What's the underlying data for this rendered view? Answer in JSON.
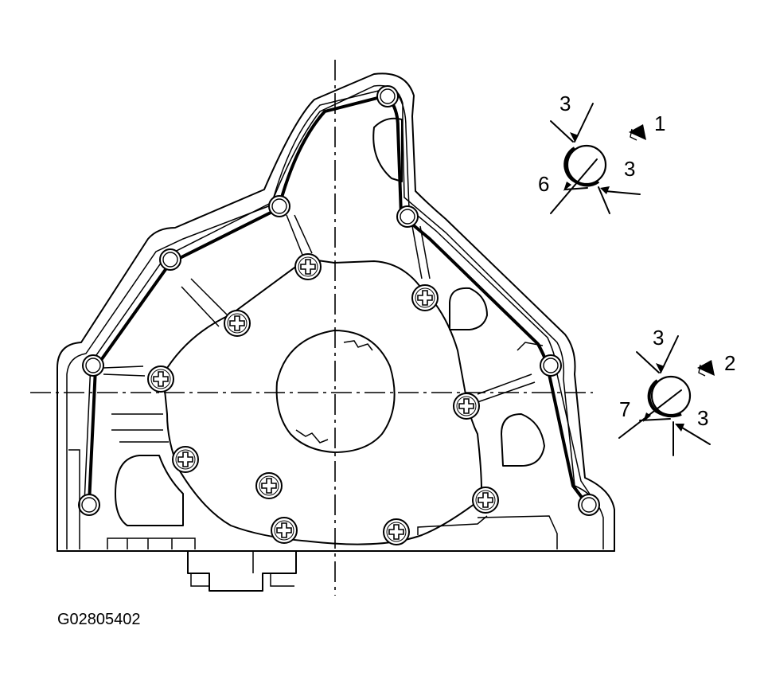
{
  "figure_code": "G02805402",
  "detail_1": {
    "index": "1",
    "label_top": "3",
    "label_left": "6",
    "label_right": "3"
  },
  "detail_2": {
    "index": "2",
    "label_top": "3",
    "label_left": "7",
    "label_right": "3"
  }
}
